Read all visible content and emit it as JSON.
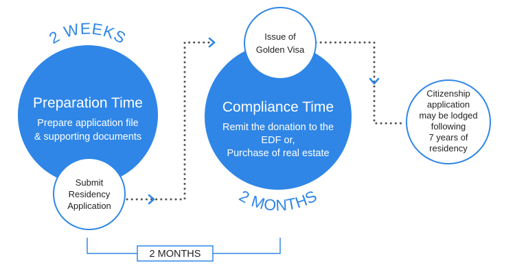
{
  "colors": {
    "accent": "#2f86e6",
    "connector": "#555555",
    "text_dark": "#1f1f1f",
    "text_light": "#ffffff"
  },
  "preparation": {
    "duration": "2 WEEKS",
    "title": "Preparation Time",
    "lines": [
      "Prepare application file",
      "& supporting documents"
    ]
  },
  "submit": {
    "lines": [
      "Submit",
      "Residency",
      "Application"
    ]
  },
  "compliance": {
    "duration": "2 MONTHS",
    "title": "Compliance Time",
    "lines": [
      "Remit the donation to the",
      "EDF or,",
      "Purchase of real estate"
    ]
  },
  "golden_visa": {
    "lines": [
      "Issue of",
      "Golden Visa"
    ]
  },
  "citizenship": {
    "lines": [
      "Citizenship",
      "application",
      "may be lodged",
      "following",
      "7 years of",
      "residency"
    ]
  },
  "timeline": {
    "label": "2 MONTHS"
  }
}
